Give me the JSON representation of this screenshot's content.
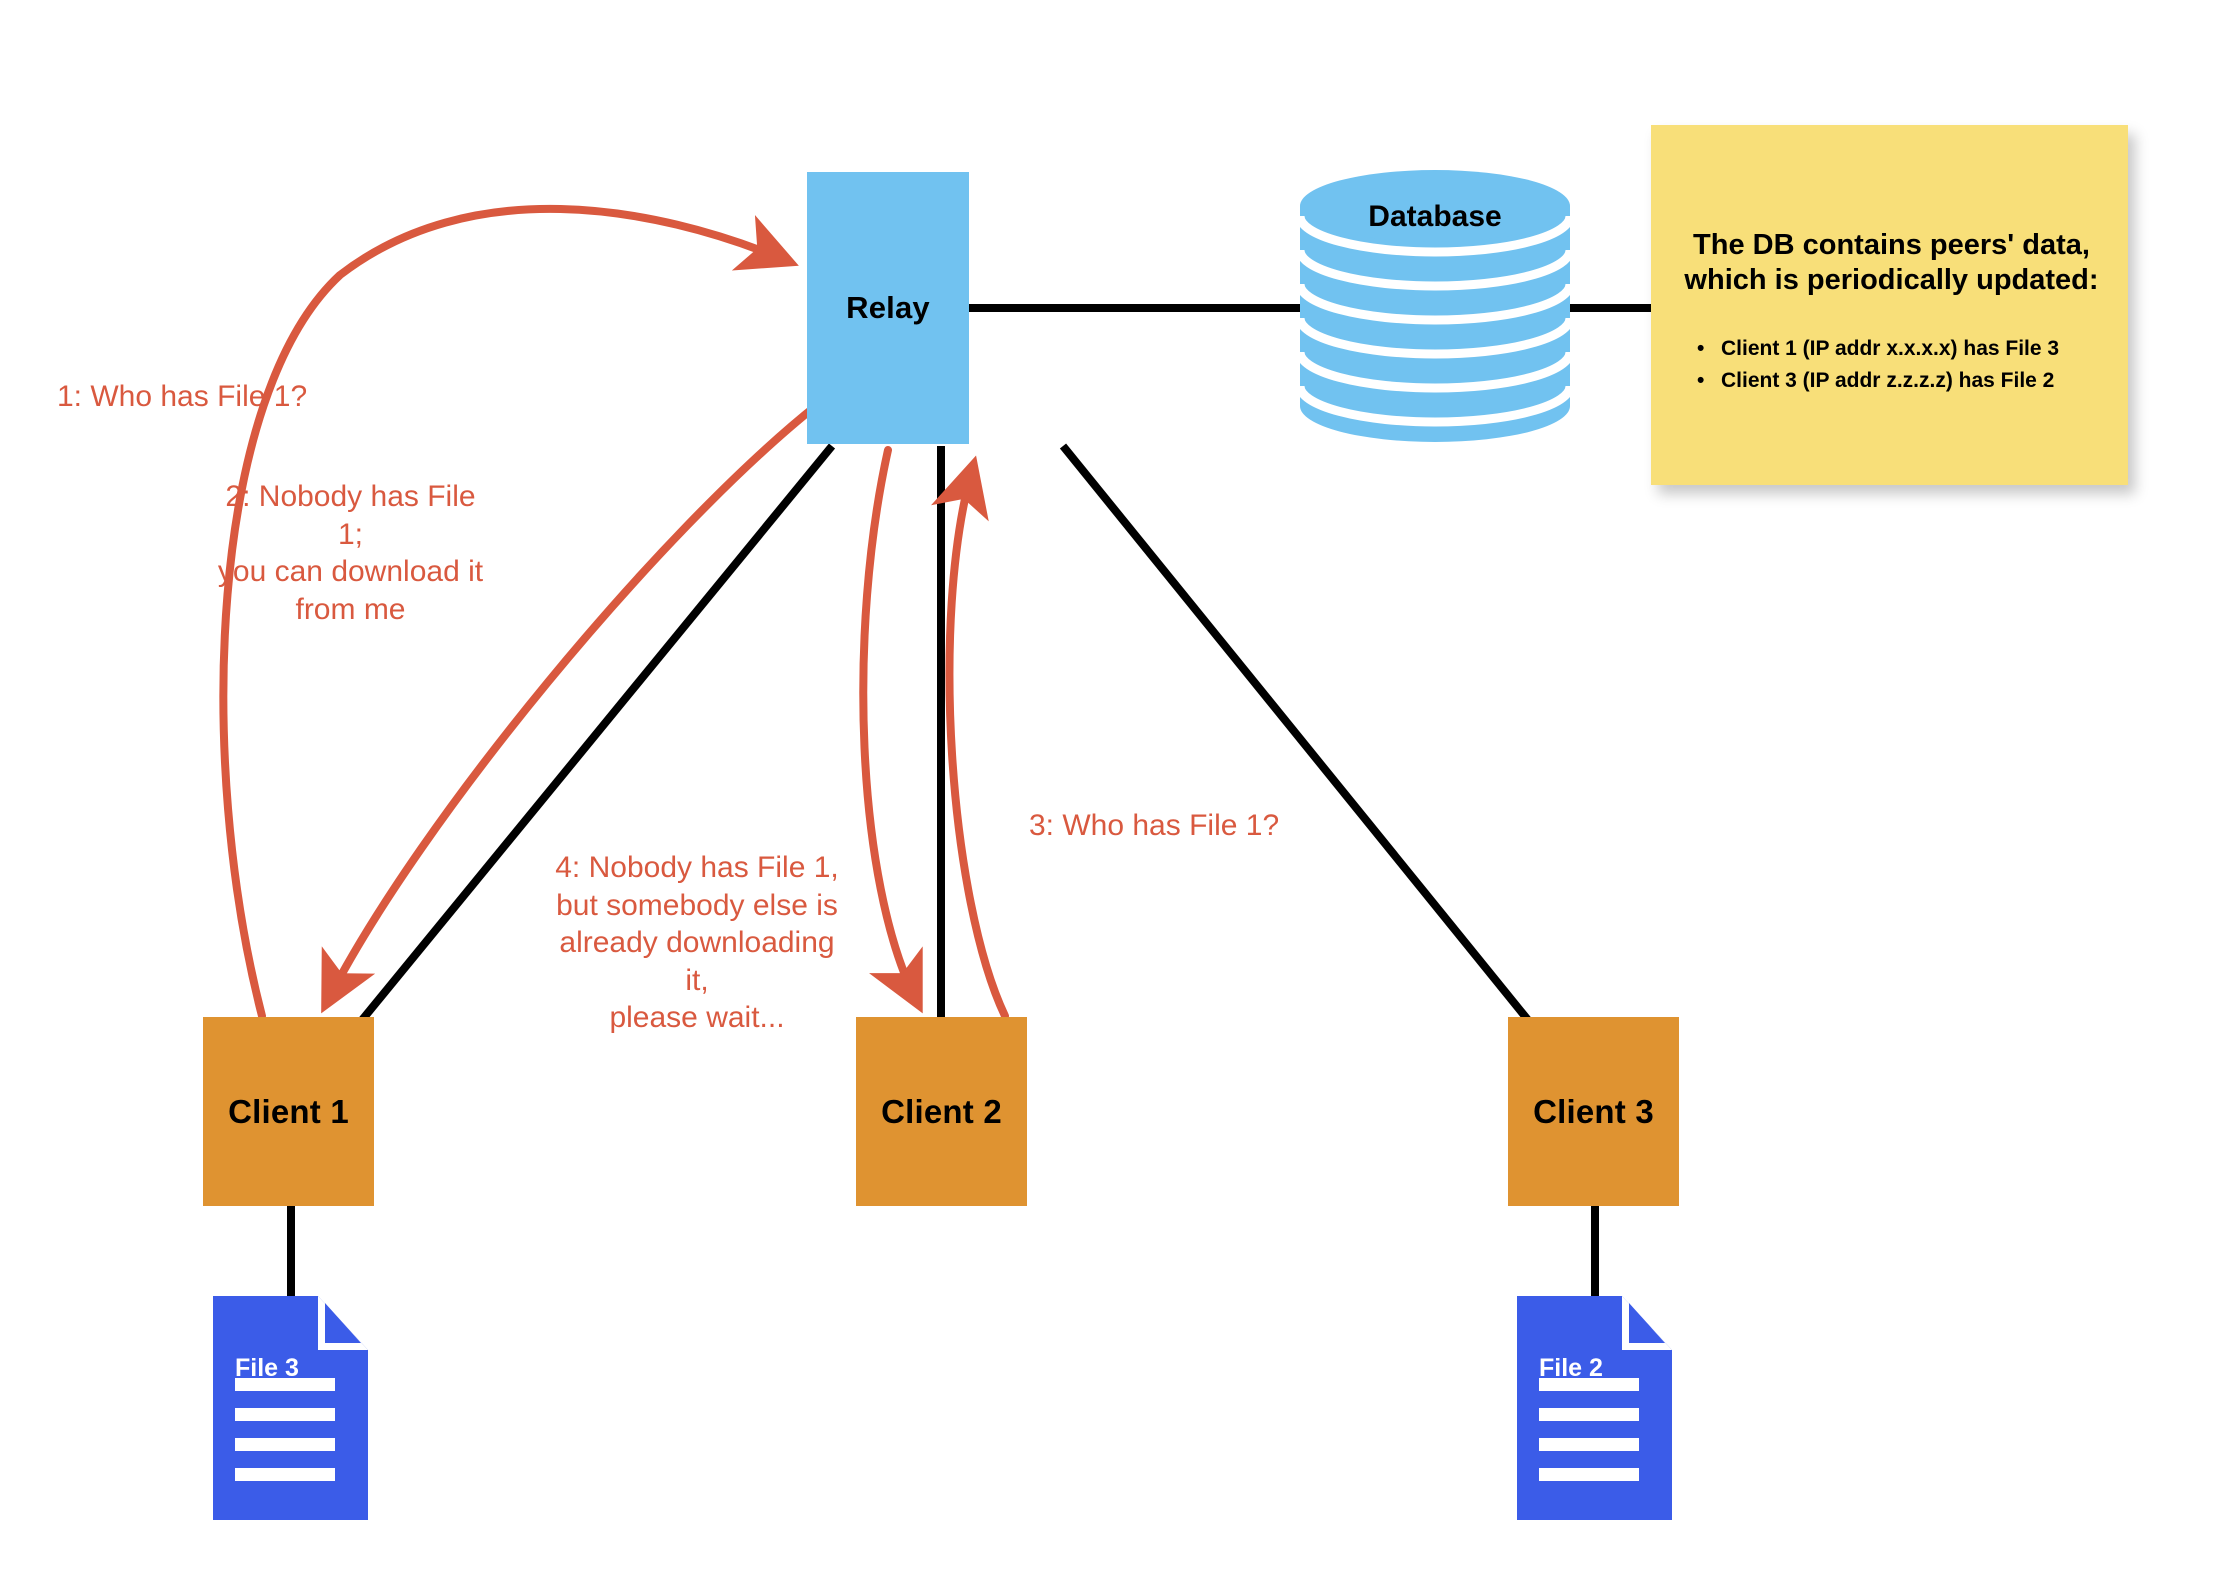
{
  "diagram": {
    "title": "P2P relay file lookup flow",
    "colors": {
      "relay_blue": "#71C2F0",
      "client_orange": "#DF9331",
      "file_blue": "#3B5CE8",
      "note_yellow": "#F8DF79",
      "annotation_red": "#D9593F",
      "link_black": "#000000",
      "background": "#FFFFFF"
    },
    "nodes": {
      "relay": {
        "label": "Relay"
      },
      "database": {
        "label": "Database"
      },
      "clients": [
        {
          "label": "Client 1"
        },
        {
          "label": "Client 2"
        },
        {
          "label": "Client 3"
        }
      ],
      "files": [
        {
          "label": "File 3"
        },
        {
          "label": "File 2"
        }
      ]
    },
    "note": {
      "title": "The DB contains peers' data,\nwhich is periodically updated:",
      "items": [
        "Client 1 (IP addr x.x.x.x) has File 3",
        "Client 3 (IP addr z.z.z.z) has File 2"
      ]
    },
    "annotations": [
      {
        "id": "1",
        "text": "1: Who has File 1?"
      },
      {
        "id": "2",
        "text": "2: Nobody has File 1;\nyou can download it\nfrom me"
      },
      {
        "id": "3",
        "text": "3: Who has File 1?"
      },
      {
        "id": "4",
        "text": "4: Nobody has File 1,\nbut somebody else is\nalready downloading it,\nplease wait..."
      }
    ]
  }
}
